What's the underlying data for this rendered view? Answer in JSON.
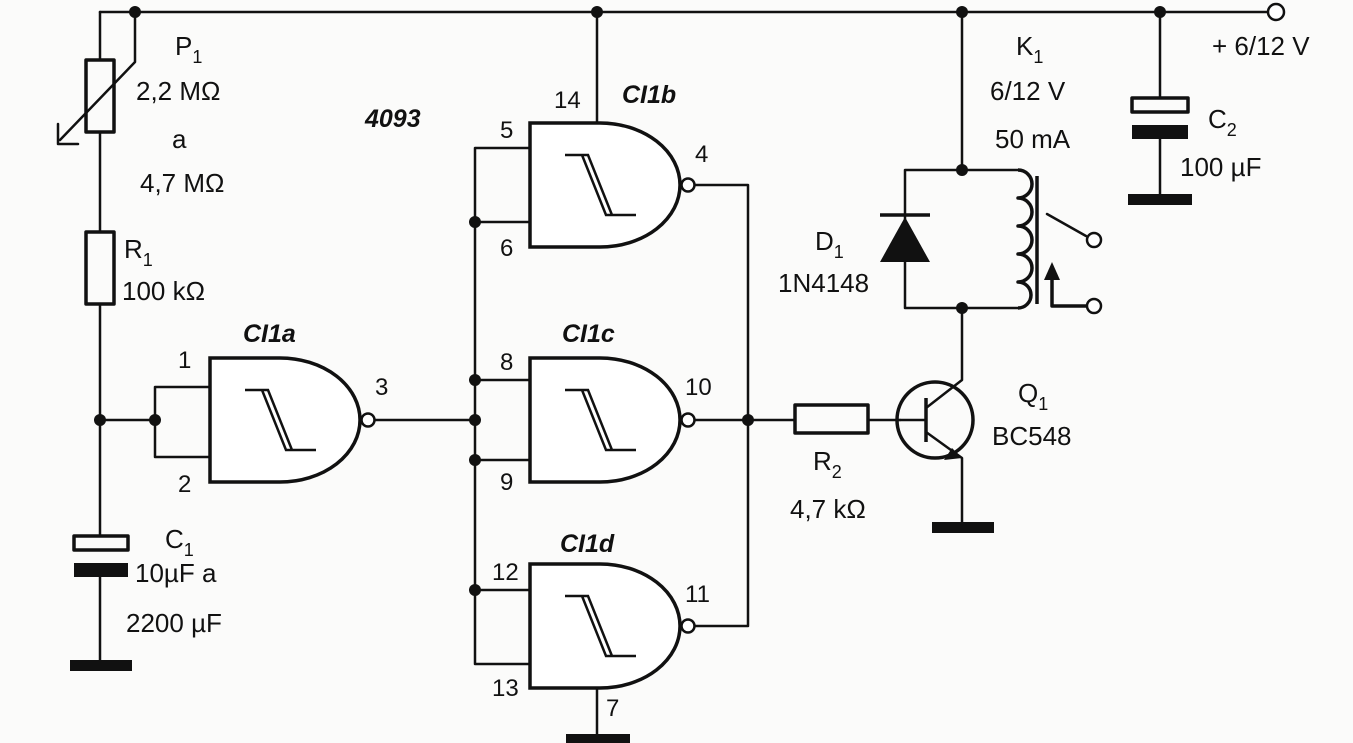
{
  "chip": "4093",
  "supply": {
    "label": "+ 6/12 V"
  },
  "P1": {
    "name": "P",
    "sub": "1",
    "value1": "2,2 MΩ",
    "sep": "a",
    "value2": "4,7 MΩ"
  },
  "R1": {
    "name": "R",
    "sub": "1",
    "value": "100 kΩ"
  },
  "C1": {
    "name": "C",
    "sub": "1",
    "value1": "10µF a",
    "value2": "2200 µF"
  },
  "R2": {
    "name": "R",
    "sub": "2",
    "value": "4,7 kΩ"
  },
  "Q1": {
    "name": "Q",
    "sub": "1",
    "type": "BC548"
  },
  "D1": {
    "name": "D",
    "sub": "1",
    "type": "1N4148"
  },
  "K1": {
    "name": "K",
    "sub": "1",
    "voltage": "6/12 V",
    "current": "50 mA"
  },
  "C2": {
    "name": "C",
    "sub": "2",
    "value": "100 µF"
  },
  "gates": {
    "a": {
      "name": "CI1a",
      "pin_in1": "1",
      "pin_in2": "2",
      "pin_out": "3"
    },
    "b": {
      "name": "CI1b",
      "pin_in1": "5",
      "pin_in2": "6",
      "pin_out": "4",
      "pin_vdd": "14"
    },
    "c": {
      "name": "CI1c",
      "pin_in1": "8",
      "pin_in2": "9",
      "pin_out": "10"
    },
    "d": {
      "name": "CI1d",
      "pin_in1": "12",
      "pin_in2": "13",
      "pin_out": "11",
      "pin_vss": "7"
    }
  },
  "colors": {
    "ink": "#111111",
    "paper": "#fbfbfa"
  }
}
